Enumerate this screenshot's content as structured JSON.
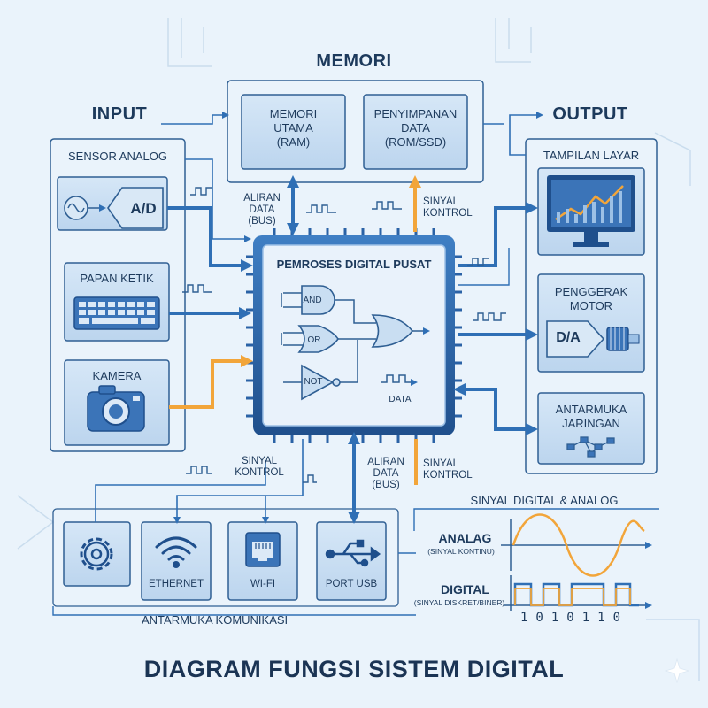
{
  "title": "DIAGRAM FUNGSI SISTEM DIGITAL",
  "sections": {
    "input": "INPUT",
    "memory": "MEMORI",
    "output": "OUTPUT"
  },
  "memory": {
    "ram": [
      "MEMORI",
      "UTAMA",
      "(RAM)"
    ],
    "storage": [
      "PENYIMPANAN",
      "DATA",
      "(ROM/SSD)"
    ]
  },
  "inputs": {
    "sensor": "SENSOR ANALOG",
    "adc": "A/D",
    "keyboard": "PAPAN KETIK",
    "camera": "KAMERA"
  },
  "cpu": {
    "title": "PEMROSES DIGITAL PUSAT",
    "gate_and": "AND",
    "gate_or": "OR",
    "gate_not": "NOT",
    "data": "DATA"
  },
  "outputs": {
    "screen": "TAMPILAN LAYAR",
    "motor": [
      "PENGGERAK",
      "MOTOR"
    ],
    "dac": "D/A",
    "network": [
      "ANTARMUKA",
      "JARINGAN"
    ]
  },
  "signals": {
    "bus_top": [
      "ALIRAN",
      "DATA",
      "(BUS)"
    ],
    "control_top": [
      "SINYAL",
      "KONTROL"
    ],
    "control_bottom_left": [
      "SINYAL",
      "KONTROL"
    ],
    "bus_bottom": [
      "ALIRAN",
      "DATA",
      "(BUS)"
    ],
    "control_bottom_right": [
      "SINYAL",
      "KONTROL"
    ]
  },
  "comm": {
    "label": "ANTARMUKA KOMUNIKASI",
    "ethernet": "ETHERNET",
    "wifi": "WI-FI",
    "usb": "PORT USB"
  },
  "legend": {
    "title": "SINYAL DIGITAL & ANALOG",
    "analog": "ANALAG",
    "analog_sub": "(SINYAL KONTINU)",
    "digital": "DIGITAL",
    "digital_sub": "(SINYAL DISKRET/BINER)",
    "bits": "1010110"
  },
  "colors": {
    "background": "#eaf3fb",
    "box_fill": "#c9def2",
    "border": "#2f5f93",
    "arrow_blue": "#2f6fb5",
    "arrow_orange": "#f2a53a",
    "text": "#1d3a5c",
    "cpu_frame": "#2a62a6"
  }
}
